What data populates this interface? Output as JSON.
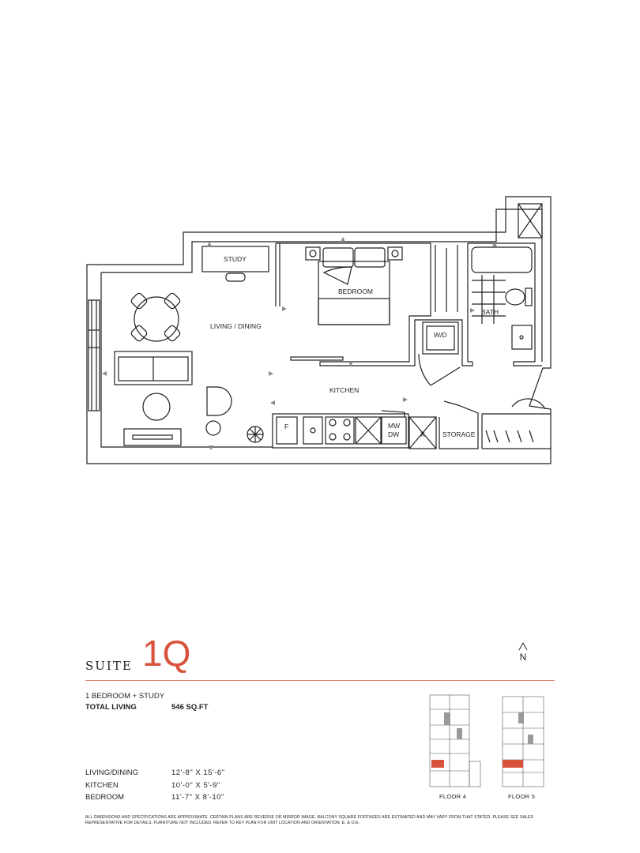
{
  "suite": {
    "word": "SUITE",
    "number": "1Q"
  },
  "north": {
    "letter": "N"
  },
  "colors": {
    "accent": "#d9533b",
    "rule": "#e07a66",
    "wall": "#231f20"
  },
  "plan": {
    "rooms": {
      "study": "STUDY",
      "bedroom": "BEDROOM",
      "living_dining": "LIVING / DINING",
      "wd": "W/D",
      "bath": "BATH",
      "kitchen": "KITCHEN",
      "fridge": "F",
      "mw": "MW",
      "dw": "DW",
      "x": "X",
      "storage": "STORAGE"
    }
  },
  "details": {
    "type": "1 BEDROOM + STUDY",
    "total_label": "TOTAL LIVING",
    "total_value": "546 SQ.FT"
  },
  "dimensions": [
    {
      "room": "LIVING/DINING",
      "size": "12'-8\" X 15'-6\""
    },
    {
      "room": "KITCHEN",
      "size": "10'-0\" X 5'-9\""
    },
    {
      "room": "BEDROOM",
      "size": "11'-7\" X 8'-10\""
    }
  ],
  "keyplans": [
    {
      "label": "FLOOR 4",
      "highlight": "#d9533b"
    },
    {
      "label": "FLOOR 5",
      "highlight": "#d9533b"
    }
  ],
  "disclaimer": "ALL DIMENSIONS AND SPECIFICATIONS ARE APPROXIMATE. CERTAIN PLANS ARE REVERSE OR MIRROR IMAGE. BALCONY SQUARE FOOTAGES ARE ESTIMATED AND MAY VARY FROM THAT STATED. PLEASE SEE SALES REPRESENTATIVE FOR DETAILS. FURNITURE NOT INCLUDED. REFER TO KEY PLAN FOR UNIT LOCATION AND ORIENTATION. E. & O.E."
}
